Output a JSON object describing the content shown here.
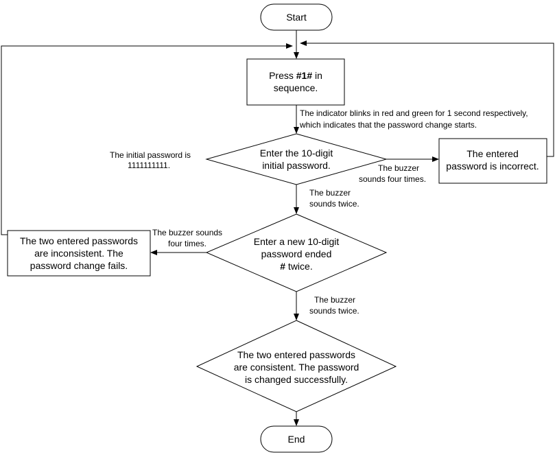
{
  "colors": {
    "stroke": "#000000",
    "fill": "#ffffff"
  },
  "start": "Start",
  "end": "End",
  "step_press": {
    "prefix": "Press ",
    "bold": "#1#",
    "suffix": " in",
    "line2": "sequence."
  },
  "note_indicator": {
    "line1": "The indicator blinks in red and green for 1 second respectively,",
    "line2": "which indicates that the password change starts."
  },
  "decision_initial": {
    "line1": "Enter the 10-digit",
    "line2": "initial password."
  },
  "note_initial_pw": {
    "line1": "The initial password is",
    "line2": "1111111111."
  },
  "note_buzzer_four_1": {
    "line1": "The buzzer",
    "line2": "sounds four times."
  },
  "box_incorrect": {
    "line1": "The entered",
    "line2": "password is incorrect."
  },
  "note_buzzer_twice_1": {
    "line1": "The buzzer",
    "line2": "sounds twice."
  },
  "decision_new": {
    "line1": "Enter a new 10-digit",
    "line2": "password ended",
    "line3_bold": "#",
    "line3_rest": " twice."
  },
  "note_buzzer_four_2": {
    "line1": "The buzzer sounds",
    "line2": "four times."
  },
  "box_inconsistent": {
    "line1": "The two entered passwords",
    "line2": "are inconsistent. The",
    "line3": "password change fails."
  },
  "note_buzzer_twice_2": {
    "line1": "The buzzer",
    "line2": "sounds twice."
  },
  "result_success": {
    "line1": "The two entered passwords",
    "line2": "are consistent. The password",
    "line3": "is changed successfully."
  }
}
